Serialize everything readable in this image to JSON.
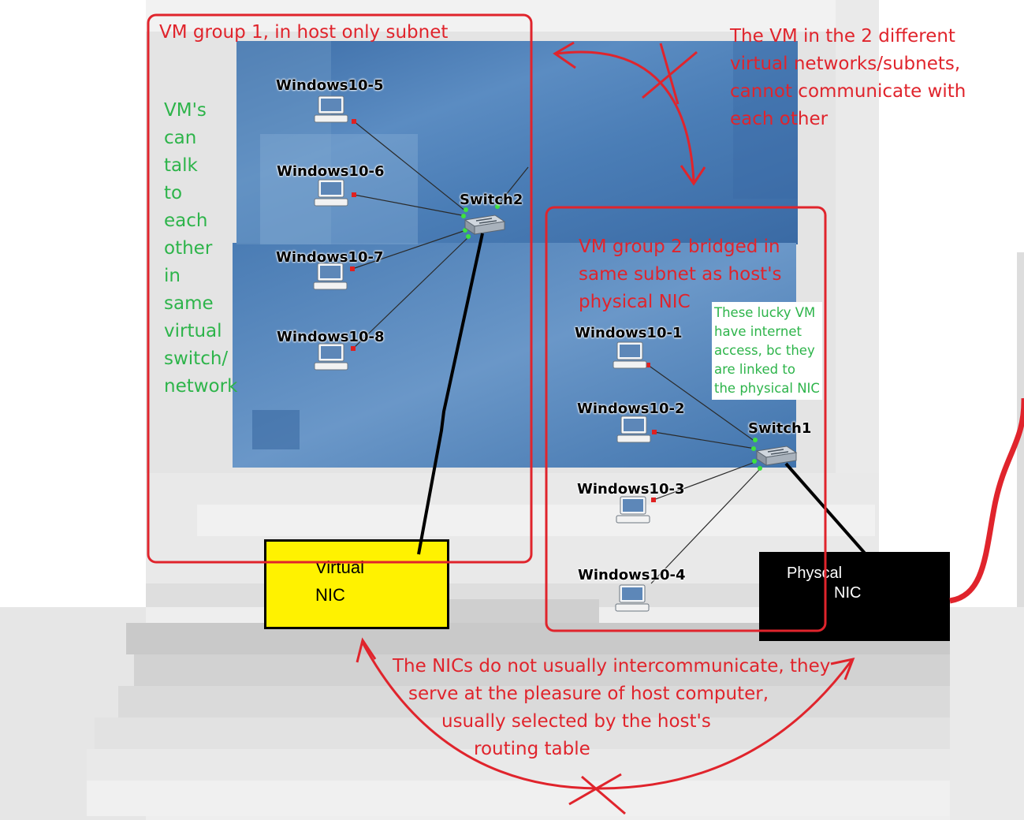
{
  "title": "Virtual machine networking: host-only subnet vs bridged subnet",
  "groups": {
    "group1_title": "VM group 1, in host only subnet",
    "group1_note": [
      "VM's",
      "can",
      "talk",
      "to",
      "each",
      "other",
      "in",
      "same",
      "virtual",
      "switch/",
      "network"
    ],
    "group2_title": [
      "VM group 2 bridged in",
      "same subnet as host's",
      "physical NIC"
    ],
    "group2_note": [
      "These lucky VM",
      "have internet",
      "access, bc they",
      "are linked to",
      "the physical NIC"
    ]
  },
  "annotations": {
    "top_right": [
      "The VM in the 2 different",
      "virtual networks/subnets,",
      "cannot communicate with",
      "each other"
    ],
    "bottom": [
      "The NICs do not usually intercommunicate, they",
      "serve at the pleasure of host computer,",
      "usually selected by the host's",
      "routing table"
    ]
  },
  "nodes": {
    "vm5": "Windows10-5",
    "vm6": "Windows10-6",
    "vm7": "Windows10-7",
    "vm8": "Windows10-8",
    "vm1": "Windows10-1",
    "vm2": "Windows10-2",
    "vm3": "Windows10-3",
    "vm4": "Windows10-4",
    "switch2": "Switch2",
    "switch1": "Switch1"
  },
  "nics": {
    "virtual": [
      "Virtual",
      "NIC"
    ],
    "physical": [
      "Physcal",
      "NIC"
    ]
  },
  "colors": {
    "annotation_red": "#e0242c",
    "note_green": "#2db44a",
    "canvas_blue": "#4f7fb4",
    "virtual_nic": "#fff200",
    "physical_nic": "#000000"
  }
}
